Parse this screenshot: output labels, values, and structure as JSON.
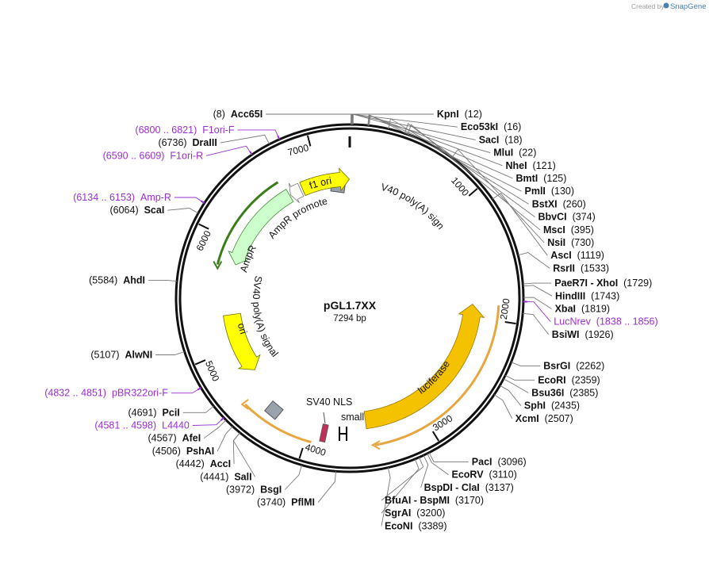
{
  "credit": {
    "prefix": "Created by",
    "brand": "SnapGene"
  },
  "plasmid": {
    "name": "pGL1.7XX",
    "size_label": "7294 bp",
    "length": 7294
  },
  "ticks": [
    {
      "pos": 1000,
      "label": "1000"
    },
    {
      "pos": 2000,
      "label": "2000"
    },
    {
      "pos": 3000,
      "label": "3000"
    },
    {
      "pos": 4000,
      "label": "4000"
    },
    {
      "pos": 5000,
      "label": "5000"
    },
    {
      "pos": 6000,
      "label": "6000"
    },
    {
      "pos": 7000,
      "label": "7000"
    }
  ],
  "sites": [
    {
      "pos": 8,
      "name": "Acc65I",
      "coord": "(8)",
      "side": "L"
    },
    {
      "pos": 12,
      "name": "KpnI",
      "coord": "(12)",
      "side": "R"
    },
    {
      "pos": 16,
      "name": "Eco53kI",
      "coord": "(16)",
      "side": "R"
    },
    {
      "pos": 18,
      "name": "SacI",
      "coord": "(18)",
      "side": "R"
    },
    {
      "pos": 22,
      "name": "MluI",
      "coord": "(22)",
      "side": "R"
    },
    {
      "pos": 121,
      "name": "NheI",
      "coord": "(121)",
      "side": "R"
    },
    {
      "pos": 125,
      "name": "BmtI",
      "coord": "(125)",
      "side": "R"
    },
    {
      "pos": 130,
      "name": "PmlI",
      "coord": "(130)",
      "side": "R"
    },
    {
      "pos": 260,
      "name": "BstXI",
      "coord": "(260)",
      "side": "R"
    },
    {
      "pos": 374,
      "name": "BbvCI",
      "coord": "(374)",
      "side": "R"
    },
    {
      "pos": 395,
      "name": "MscI",
      "coord": "(395)",
      "side": "R"
    },
    {
      "pos": 730,
      "name": "NsiI",
      "coord": "(730)",
      "side": "R"
    },
    {
      "pos": 1119,
      "name": "AscI",
      "coord": "(1119)",
      "side": "R"
    },
    {
      "pos": 1533,
      "name": "RsrII",
      "coord": "(1533)",
      "side": "R"
    },
    {
      "pos": 1729,
      "name": "PaeR7I - XhoI",
      "coord": "(1729)",
      "side": "R"
    },
    {
      "pos": 1743,
      "name": "HindIII",
      "coord": "(1743)",
      "side": "R"
    },
    {
      "pos": 1819,
      "name": "XbaI",
      "coord": "(1819)",
      "side": "R"
    },
    {
      "pos": 1926,
      "name": "BsiWI",
      "coord": "(1926)",
      "side": "R"
    },
    {
      "pos": 2262,
      "name": "BsrGI",
      "coord": "(2262)",
      "side": "R"
    },
    {
      "pos": 2359,
      "name": "EcoRI",
      "coord": "(2359)",
      "side": "R"
    },
    {
      "pos": 2385,
      "name": "Bsu36I",
      "coord": "(2385)",
      "side": "R"
    },
    {
      "pos": 2435,
      "name": "SphI",
      "coord": "(2435)",
      "side": "R"
    },
    {
      "pos": 2507,
      "name": "XcmI",
      "coord": "(2507)",
      "side": "R"
    },
    {
      "pos": 3096,
      "name": "PacI",
      "coord": "(3096)",
      "side": "R"
    },
    {
      "pos": 3110,
      "name": "EcoRV",
      "coord": "(3110)",
      "side": "R"
    },
    {
      "pos": 3137,
      "name": "BspDI - ClaI",
      "coord": "(3137)",
      "side": "R"
    },
    {
      "pos": 3170,
      "name": "BfuAI - BspMI",
      "coord": "(3170)",
      "side": "R"
    },
    {
      "pos": 3200,
      "name": "SgrAI",
      "coord": "(3200)",
      "side": "R"
    },
    {
      "pos": 3389,
      "name": "EcoNI",
      "coord": "(3389)",
      "side": "R"
    },
    {
      "pos": 3740,
      "name": "PflMI",
      "coord": "(3740)",
      "side": "L"
    },
    {
      "pos": 3972,
      "name": "BsgI",
      "coord": "(3972)",
      "side": "L"
    },
    {
      "pos": 4441,
      "name": "SalI",
      "coord": "(4441)",
      "side": "L"
    },
    {
      "pos": 4442,
      "name": "AccI",
      "coord": "(4442)",
      "side": "L"
    },
    {
      "pos": 4506,
      "name": "PshAI",
      "coord": "(4506)",
      "side": "L"
    },
    {
      "pos": 4567,
      "name": "AfeI",
      "coord": "(4567)",
      "side": "L"
    },
    {
      "pos": 4691,
      "name": "PciI",
      "coord": "(4691)",
      "side": "L"
    },
    {
      "pos": 5107,
      "name": "AlwNI",
      "coord": "(5107)",
      "side": "L"
    },
    {
      "pos": 5584,
      "name": "AhdI",
      "coord": "(5584)",
      "side": "L"
    },
    {
      "pos": 6064,
      "name": "ScaI",
      "coord": "(6064)",
      "side": "L"
    },
    {
      "pos": 6736,
      "name": "DraIII",
      "coord": "(6736)",
      "side": "L"
    }
  ],
  "primers": [
    {
      "pos": 6810,
      "name": "F1ori-F",
      "coord": "(6800 .. 6821)",
      "side": "L"
    },
    {
      "pos": 6600,
      "name": "F1ori-R",
      "coord": "(6590 .. 6609)",
      "side": "L"
    },
    {
      "pos": 6143,
      "name": "Amp-R",
      "coord": "(6134 .. 6153)",
      "side": "L"
    },
    {
      "pos": 1847,
      "name": "LucNrev",
      "coord": "(1838 .. 1856)",
      "side": "R"
    },
    {
      "pos": 4841,
      "name": "pBR322ori-F",
      "coord": "(4832 .. 4851)",
      "side": "L"
    },
    {
      "pos": 4589,
      "name": "L4440",
      "coord": "(4581 .. 4598)",
      "side": "L"
    }
  ],
  "features": [
    {
      "name": "SV40 poly(A) signal",
      "color": "#9aa3ad"
    },
    {
      "name": "f1 ori",
      "color": "#ffff00"
    },
    {
      "name": "AmpR promoter",
      "color": "#ffffff"
    },
    {
      "name": "AmpR",
      "color": "#ccffcc"
    },
    {
      "name": "ori",
      "color": "#ffff00"
    },
    {
      "name": "SV40 poly(A) signal",
      "color": "#9aa3ad"
    },
    {
      "name": "SV40 NLS",
      "color": "#c0305a"
    },
    {
      "name": "small t intron",
      "color": "#000000"
    },
    {
      "name": "luciferase",
      "color": "#f5c200"
    }
  ],
  "colors": {
    "backbone": "#111111",
    "primer": "#9a2fd1",
    "orf_strand": "#e8a640",
    "ampr_strand": "#3a7d1a"
  }
}
